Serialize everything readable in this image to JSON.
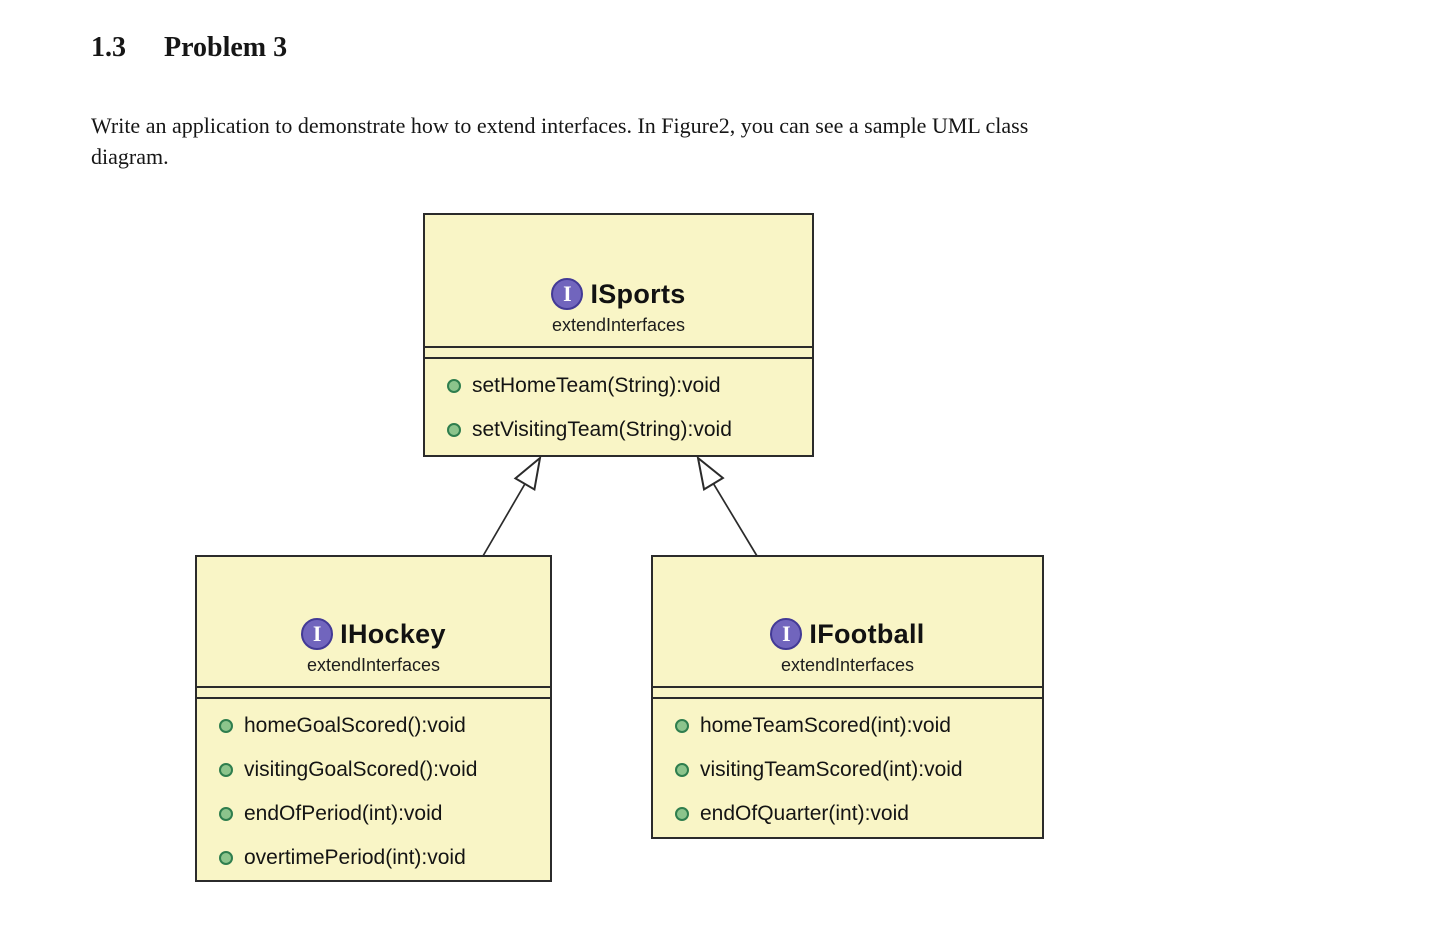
{
  "document": {
    "section_number": "1.3",
    "section_title": "Problem 3",
    "paragraph_lines": [
      "Write an application to demonstrate how to extend interfaces. In Figure2, you can see a sample UML class",
      "diagram."
    ]
  },
  "diagram": {
    "interface_icon_letter": "I",
    "classes": [
      {
        "name": "ISports",
        "stereotype": "extendInterfaces",
        "methods": [
          "setHomeTeam(String):void",
          "setVisitingTeam(String):void"
        ]
      },
      {
        "name": "IHockey",
        "stereotype": "extendInterfaces",
        "methods": [
          "homeGoalScored():void",
          "visitingGoalScored():void",
          "endOfPeriod(int):void",
          "overtimePeriod(int):void"
        ]
      },
      {
        "name": "IFootball",
        "stereotype": "extendInterfaces",
        "methods": [
          "homeTeamScored(int):void",
          "visitingTeamScored(int):void",
          "endOfQuarter(int):void"
        ]
      }
    ],
    "relations": [
      {
        "from": "IHockey",
        "to": "ISports",
        "type": "generalization"
      },
      {
        "from": "IFootball",
        "to": "ISports",
        "type": "generalization"
      }
    ],
    "colors": {
      "box_fill": "#F9F5C6",
      "box_border": "#2B2B2B",
      "interface_icon_fill": "#7165BD",
      "interface_icon_border": "#433A96",
      "method_bullet_fill": "#8CC48C",
      "method_bullet_border": "#2F7E4E"
    }
  }
}
